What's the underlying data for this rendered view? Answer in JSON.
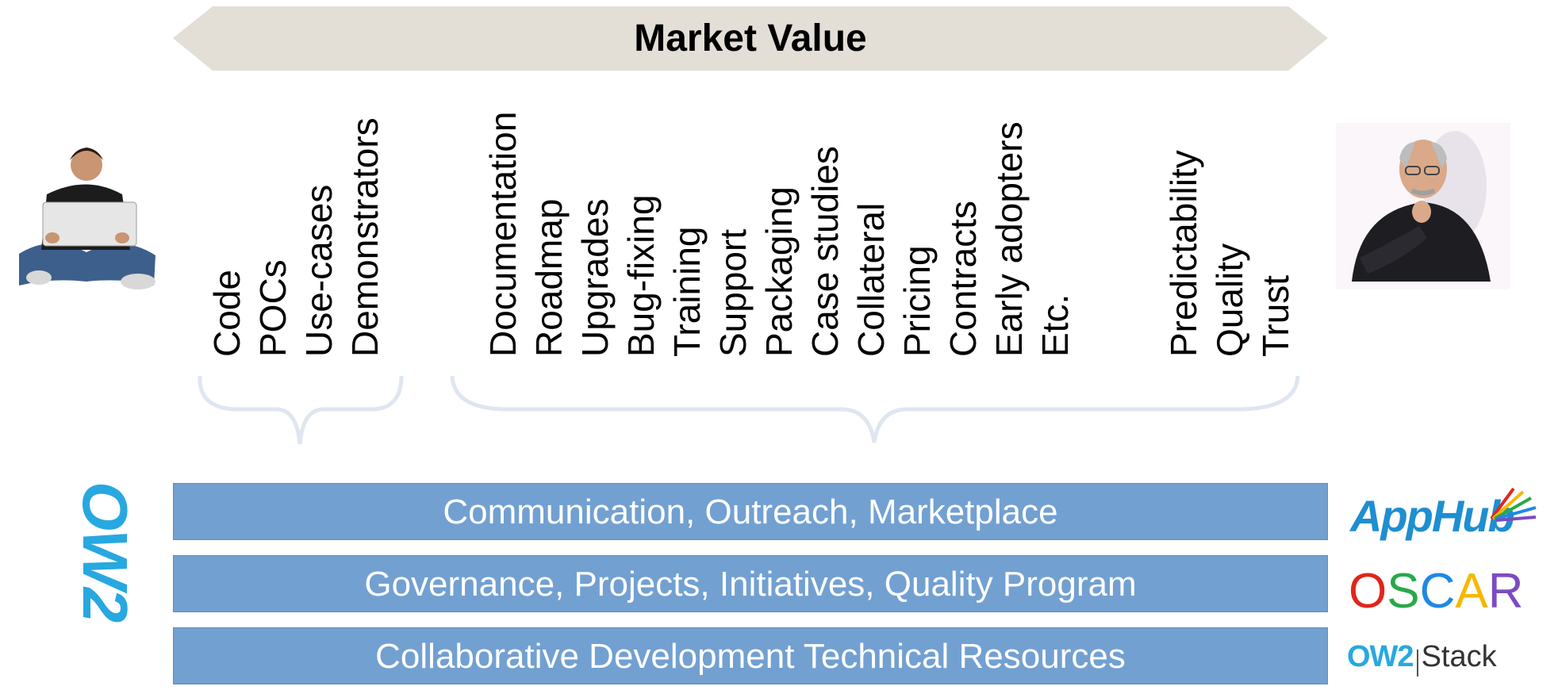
{
  "banner": {
    "title": "Market Value"
  },
  "columns": {
    "group1": [
      "Code",
      "POCs",
      "Use-cases",
      "Demonstrators"
    ],
    "group2": [
      "Documentation",
      "Roadmap",
      "Upgrades",
      "Bug-fixing",
      "Training",
      "Support",
      "Packaging",
      "Case studies",
      "Collateral",
      "Pricing",
      "Contracts",
      "Early adopters",
      "Etc."
    ],
    "group3": [
      "Predictability",
      "Quality",
      "Trust"
    ]
  },
  "layers": [
    "Communication, Outreach, Marketplace",
    "Governance, Projects, Initiatives, Quality Program",
    "Collaborative Development Technical Resources"
  ],
  "logos": {
    "ow2": "OW2",
    "apphub": "AppHub",
    "oscar": [
      "O",
      "S",
      "C",
      "A",
      "R"
    ],
    "ow2stack_left": "OW2",
    "ow2stack_right": "Stack"
  },
  "colors": {
    "banner": "#e3ded6",
    "bar": "#72a0d1",
    "brace": "#dfe6f0",
    "ow2_orange": "#f47c20",
    "ow2_blue": "#28a8e0",
    "apphub": "#1f8ed0",
    "oscar": [
      "#e1251b",
      "#2aa84a",
      "#1e88e5",
      "#f5b800",
      "#7b4cc0"
    ]
  },
  "icons": [
    "developer-with-laptop-icon",
    "thinking-businessman-icon"
  ]
}
